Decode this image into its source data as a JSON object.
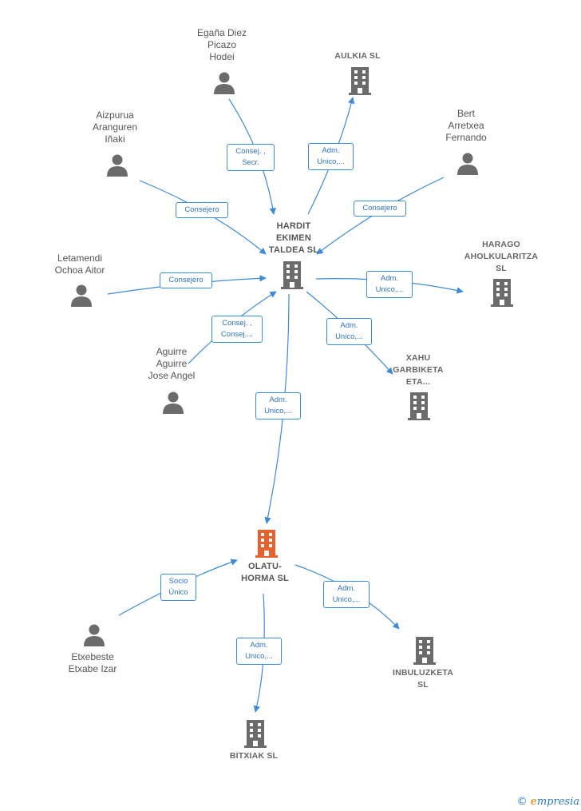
{
  "people": [
    {
      "id": "egana",
      "label": "Egaña Diez\nPicazo\nHodei"
    },
    {
      "id": "aizpurua",
      "label": "Aizpurua\nAranguren\nIñaki"
    },
    {
      "id": "bert",
      "label": "Bert\nArretxea\nFernando"
    },
    {
      "id": "letamendi",
      "label": "Letamendi\nOchoa Aitor"
    },
    {
      "id": "aguirre",
      "label": "Aguirre\nAguirre\nJose Angel"
    },
    {
      "id": "etxebeste",
      "label": "Etxebeste\nEtxabe Izar"
    }
  ],
  "companies": [
    {
      "id": "aulkia",
      "label": "AULKIA SL"
    },
    {
      "id": "hardit",
      "label": "HARDIT\nEKIMEN\nTALDEA SL"
    },
    {
      "id": "harago",
      "label": "HARAGO\nAHOLKULARITZA\nSL"
    },
    {
      "id": "xahu",
      "label": "XAHU\nGARBIKETA\nETA..."
    },
    {
      "id": "olatu",
      "label": "OLATU-\nHORMA SL"
    },
    {
      "id": "inbuluzketa",
      "label": "INBULUZKETA\nSL"
    },
    {
      "id": "bitxiak",
      "label": "BITXIAK SL"
    }
  ],
  "edges": [
    {
      "id": "e1",
      "label": "Consej. ,\nSecr."
    },
    {
      "id": "e2",
      "label": "Adm.\nUnico,..."
    },
    {
      "id": "e3",
      "label": "Consejero"
    },
    {
      "id": "e4",
      "label": "Consejero"
    },
    {
      "id": "e5",
      "label": "Consejero"
    },
    {
      "id": "e6",
      "label": "Adm.\nUnico,..."
    },
    {
      "id": "e7",
      "label": "Consej. ,\nConsej...."
    },
    {
      "id": "e8",
      "label": "Adm.\nUnico,..."
    },
    {
      "id": "e9",
      "label": "Adm.\nUnico,..."
    },
    {
      "id": "e10",
      "label": "Socio\nÚnico"
    },
    {
      "id": "e11",
      "label": "Adm.\nUnico,..."
    },
    {
      "id": "e12",
      "label": "Adm.\nUnico,..."
    }
  ],
  "colors": {
    "edge": "#3d8ad6",
    "person": "#6b6b6b",
    "company": "#6b6b6b",
    "focus": "#e8602c"
  },
  "footer": {
    "copyright": "©",
    "brand_first": "e",
    "brand_rest": "mpresia"
  }
}
